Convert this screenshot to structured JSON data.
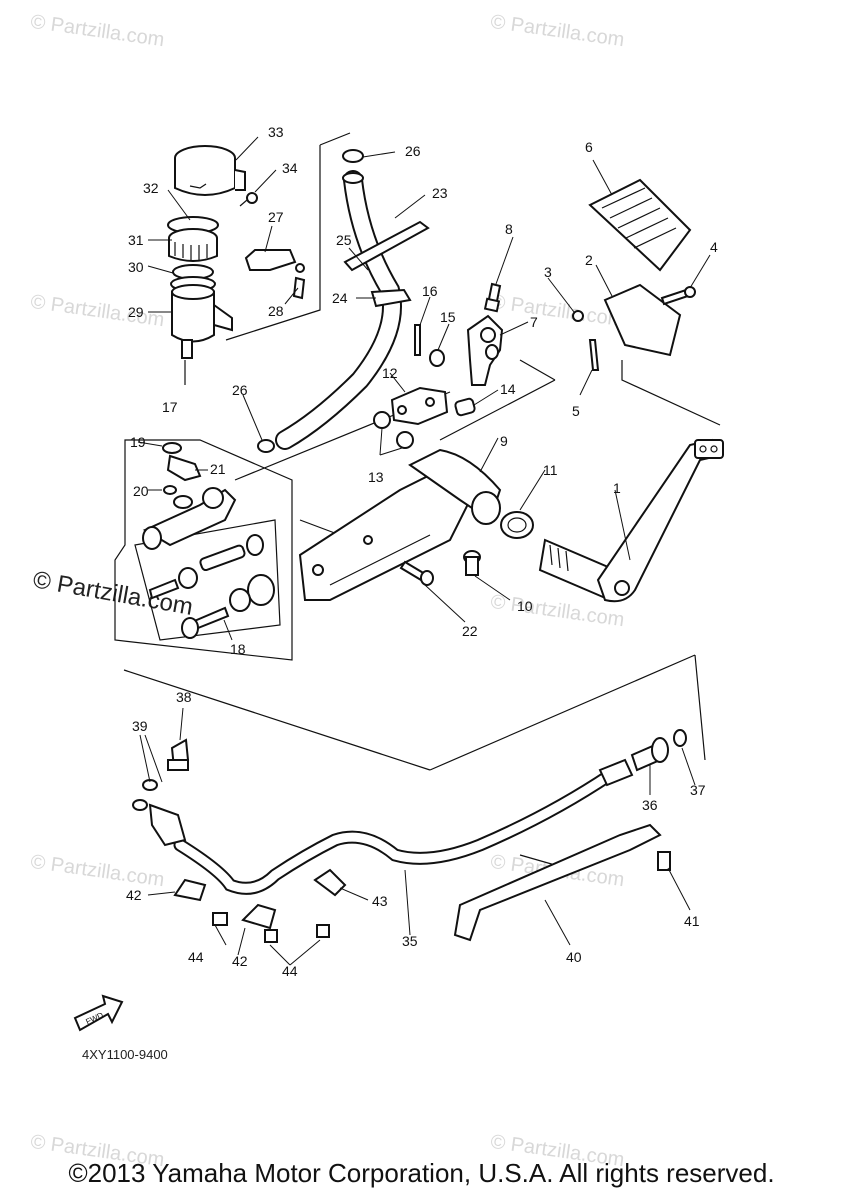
{
  "watermark": {
    "text": "© Partzilla.com",
    "prominent_text": "© Partzilla.com"
  },
  "diagram": {
    "code": "4XY1100-9400",
    "fwd_label": "FWD",
    "callouts": [
      "1",
      "2",
      "3",
      "4",
      "5",
      "6",
      "7",
      "8",
      "9",
      "10",
      "11",
      "12",
      "13",
      "14",
      "15",
      "16",
      "17",
      "18",
      "19",
      "20",
      "21",
      "22",
      "23",
      "24",
      "25",
      "26",
      "27",
      "28",
      "29",
      "30",
      "31",
      "32",
      "33",
      "34",
      "35",
      "36",
      "37",
      "38",
      "39",
      "40",
      "41",
      "42",
      "43",
      "44"
    ],
    "duplicate_callouts": [
      "26",
      "13",
      "39",
      "42",
      "44"
    ]
  },
  "footer": {
    "copyright": "©2013 Yamaha Motor Corporation, U.S.A. All rights reserved."
  }
}
